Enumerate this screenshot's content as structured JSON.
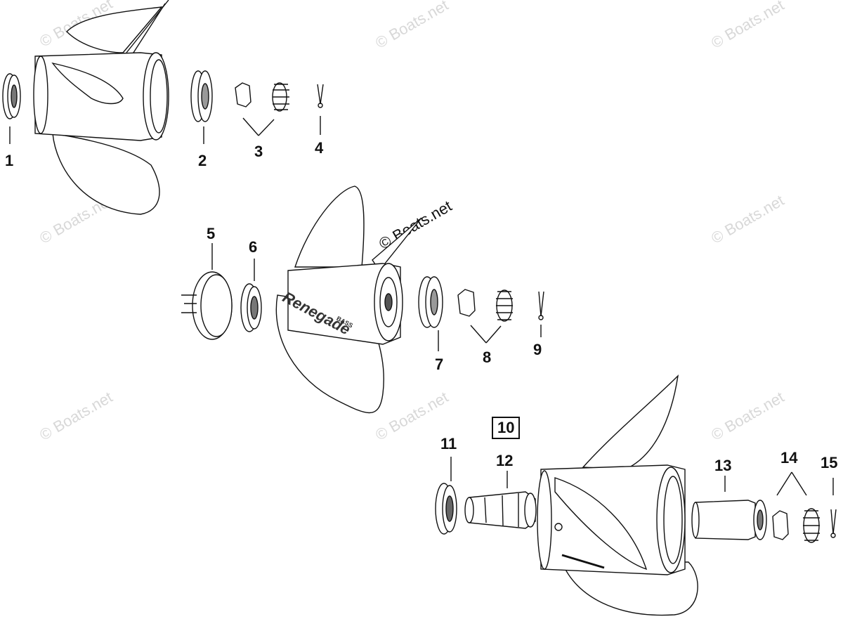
{
  "watermarks": {
    "light_text": "© Boats.net",
    "dark_text": "© Boats.net"
  },
  "brand_marks": {
    "main": "Renegade",
    "sub": "BASS"
  },
  "parts": [
    {
      "id": "1",
      "label": "1"
    },
    {
      "id": "2",
      "label": "2"
    },
    {
      "id": "3",
      "label": "3"
    },
    {
      "id": "4",
      "label": "4"
    },
    {
      "id": "5",
      "label": "5"
    },
    {
      "id": "6",
      "label": "6"
    },
    {
      "id": "7",
      "label": "7"
    },
    {
      "id": "8",
      "label": "8"
    },
    {
      "id": "9",
      "label": "9"
    },
    {
      "id": "10",
      "label": "10"
    },
    {
      "id": "11",
      "label": "11"
    },
    {
      "id": "12",
      "label": "12"
    },
    {
      "id": "13",
      "label": "13"
    },
    {
      "id": "14",
      "label": "14"
    },
    {
      "id": "15",
      "label": "15"
    }
  ]
}
